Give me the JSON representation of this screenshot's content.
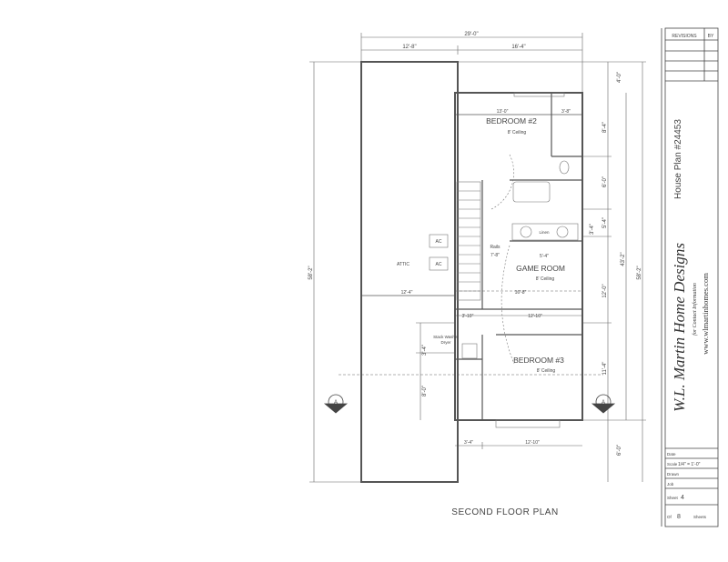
{
  "plan": {
    "title": "SECOND FLOOR PLAN",
    "overall_width": "29'-0\"",
    "width_left": "12'-8\"",
    "width_right": "16'-4\"",
    "overall_depth": "58'-2\"",
    "house_depth": "43'-2\"",
    "right_dims": [
      "4'-0\"",
      "8'-4\"",
      "6'-0\"",
      "3'-4\"",
      "5'-4\"",
      "12'-0\"",
      "11'-4\"",
      "6'-0\""
    ],
    "left_dims": [
      "3'-4\"",
      "8'-0\""
    ],
    "rooms": {
      "bedroom2": {
        "name": "BEDROOM #2",
        "ceiling": "8' Ceiling",
        "dim": "13'-0\"",
        "closet": "3'-8\""
      },
      "game_room": {
        "name": "GAME ROOM",
        "ceiling": "8' Ceiling",
        "dim": "16'-8\"",
        "dim2": "5'-4\""
      },
      "bedroom3": {
        "name": "BEDROOM #3",
        "ceiling": "8' Ceiling",
        "dim": "12'-10\"",
        "dim_left": "3'-10\""
      },
      "attic": {
        "name": "ATTIC",
        "dim": "12'-4\""
      },
      "ac1": "AC",
      "ac2": "AC",
      "rails": "Rails",
      "rails_height": "7'-8\"",
      "linen": "Linen",
      "laundry": "Stack Washer Dryer",
      "bottom_left_dim": "3'-4\"",
      "bottom_right_dim": "12'-10\""
    },
    "section_marker": "A"
  },
  "title_block": {
    "revisions_label": "REVISIONS",
    "by_label": "BY",
    "plan_number": "House Plan #24453",
    "company": "W.L. Martin Home Designs",
    "contact": "for Contact Information",
    "website": "www.wlmartinhomes.com",
    "date_label": "Date",
    "scale_label": "Scale",
    "scale_value": "1/4\" = 1'-0\"",
    "drawn_label": "Drawn",
    "job_label": "Job",
    "sheet_label": "Sheet",
    "sheet_value": "4",
    "of_label": "Of",
    "of_value": "8",
    "sheets_label": "Sheets"
  }
}
